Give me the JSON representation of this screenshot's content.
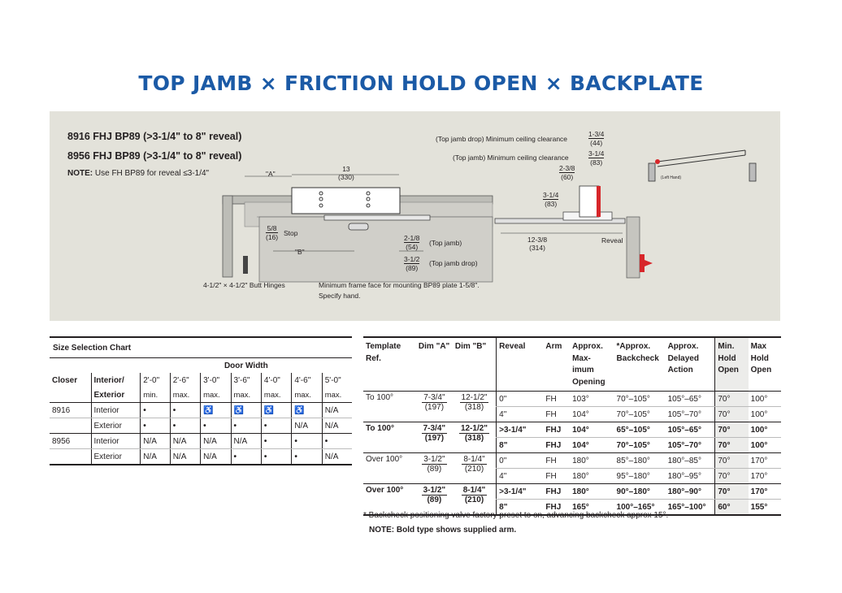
{
  "title": "TOP JAMB × FRICTION HOLD OPEN × BACKPLATE",
  "diagram": {
    "header1": "8916 FHJ BP89 (>3-1/4\" to 8\" reveal)",
    "header2": "8956 FHJ BP89 (>3-1/4\" to 8\" reveal)",
    "note_label": "NOTE:",
    "note_text": "Use FH BP89 for reveal ≤3-1/4\"",
    "dim_a": "\"A\"",
    "dim_b": "\"B\"",
    "len_13": "13",
    "len_13_mm": "(330)",
    "stop_frac": "5/8",
    "stop_mm": "(16)",
    "stop_label": "Stop",
    "top_jamb_frac": "2-1/8",
    "top_jamb_mm": "(54)",
    "top_jamb_label": "(Top jamb)",
    "top_jamb_drop_frac": "3-1/2",
    "top_jamb_drop_mm": "(89)",
    "top_jamb_drop_label": "(Top jamb drop)",
    "hinges": "4-1/2\" × 4-1/2\" Butt Hinges",
    "min_frame": "Minimum frame face for mounting BP89 plate 1-5/8\".",
    "specify_hand": "Specify hand.",
    "ceiling1_label": "(Top jamb drop) Minimum ceiling clearance",
    "ceiling1_frac": "1-3/4",
    "ceiling1_mm": "(44)",
    "ceiling2_label": "(Top jamb) Minimum ceiling clearance",
    "ceiling2_frac": "3-1/4",
    "ceiling2_mm": "(83)",
    "side_238": "2-3/8",
    "side_238_mm": "(60)",
    "side_314": "3-1/4",
    "side_314_mm": "(83)",
    "len_1238": "12-3/8",
    "len_1238_mm": "(314)",
    "reveal": "Reveal",
    "left_hand": "(Left Hand)"
  },
  "size_chart": {
    "caption": "Size Selection Chart",
    "door_width": "Door Width",
    "col_closer": "Closer",
    "col_int1": "Interior/",
    "col_int2": "Exterior",
    "widths": [
      "2'-0\"",
      "2'-6\"",
      "3'-0\"",
      "3'-6\"",
      "4'-0\"",
      "4'-6\"",
      "5'-0\""
    ],
    "limits": [
      "min.",
      "max.",
      "max.",
      "max.",
      "max.",
      "max.",
      "max."
    ],
    "rows": [
      {
        "closer": "8916",
        "type": "Interior",
        "cells": [
          "•",
          "•",
          "♿",
          "♿",
          "♿",
          "♿",
          "N/A"
        ]
      },
      {
        "closer": "",
        "type": "Exterior",
        "cells": [
          "•",
          "•",
          "•",
          "•",
          "•",
          "N/A",
          "N/A"
        ]
      },
      {
        "closer": "8956",
        "type": "Interior",
        "cells": [
          "N/A",
          "N/A",
          "N/A",
          "N/A",
          "•",
          "•",
          "•"
        ]
      },
      {
        "closer": "",
        "type": "Exterior",
        "cells": [
          "N/A",
          "N/A",
          "N/A",
          "•",
          "•",
          "•",
          "N/A"
        ]
      }
    ]
  },
  "template_table": {
    "headers": [
      "Template Ref.",
      "Dim \"A\"",
      "Dim \"B\"",
      "Reveal",
      "Arm",
      "Approx. Max-imum Opening",
      "*Approx. Backcheck",
      "Approx. Delayed Action",
      "Min. Hold Open",
      "Max Hold Open"
    ],
    "rows": [
      {
        "ref": "To 100°",
        "a": "7-3/4\"",
        "a_mm": "(197)",
        "b": "12-1/2\"",
        "b_mm": "(318)",
        "bold": false,
        "sub": [
          [
            "0\"",
            "FH",
            "103°",
            "70°–105°",
            "105°–65°",
            "70°",
            "100°"
          ],
          [
            "4\"",
            "FH",
            "104°",
            "70°–105°",
            "105°–70°",
            "70°",
            "100°"
          ]
        ]
      },
      {
        "ref": "To 100°",
        "a": "7-3/4\"",
        "a_mm": "(197)",
        "b": "12-1/2\"",
        "b_mm": "(318)",
        "bold": true,
        "sub": [
          [
            ">3-1/4\"",
            "FHJ",
            "104°",
            "65°–105°",
            "105°–65°",
            "70°",
            "100°"
          ],
          [
            "8\"",
            "FHJ",
            "104°",
            "70°–105°",
            "105°–70°",
            "70°",
            "100°"
          ]
        ]
      },
      {
        "ref": "Over 100°",
        "a": "3-1/2\"",
        "a_mm": "(89)",
        "b": "8-1/4\"",
        "b_mm": "(210)",
        "bold": false,
        "sub": [
          [
            "0\"",
            "FH",
            "180°",
            "85°–180°",
            "180°–85°",
            "70°",
            "170°"
          ],
          [
            "4\"",
            "FH",
            "180°",
            "95°–180°",
            "180°–95°",
            "70°",
            "170°"
          ]
        ]
      },
      {
        "ref": "Over 100°",
        "a": "3-1/2\"",
        "a_mm": "(89)",
        "b": "8-1/4\"",
        "b_mm": "(210)",
        "bold": true,
        "sub": [
          [
            ">3-1/4\"",
            "FHJ",
            "180°",
            "90°–180°",
            "180°–90°",
            "70°",
            "170°"
          ],
          [
            "8\"",
            "FHJ",
            "165°",
            "100°–165°",
            "165°–100°",
            "60°",
            "155°"
          ]
        ]
      }
    ],
    "footnote": "* Backcheck positioning valve factory preset to on, advancing backcheck approx 15°.",
    "note": "NOTE: Bold type shows supplied arm."
  },
  "colors": {
    "title": "#1b5aa6",
    "panel": "#e3e2da",
    "accent_red": "#d7262a"
  }
}
